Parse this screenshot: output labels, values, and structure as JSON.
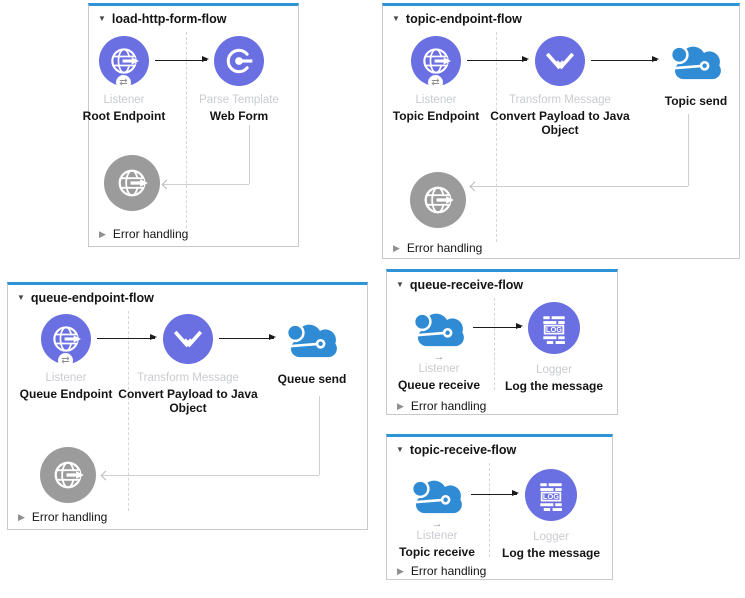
{
  "app": "Mule flow canvas",
  "colors": {
    "component_purple": "#6a6fe2",
    "cloud_blue": "#2e8bd4",
    "error_gray": "#9b9b9b",
    "flow_top_border_blue": "#2e94d8",
    "flow_border_gray": "#c9c9c9"
  },
  "icons": {
    "expand_triangle": "▼",
    "collapsed_triangle": "▶",
    "badge_swap": "⇄",
    "receive_arrow": "→",
    "logger_text": "LOG"
  },
  "flows": [
    {
      "title": "load-http-form-flow",
      "error_handling": "Error handling",
      "steps": [
        {
          "type_label": "Listener",
          "name": "Root Endpoint"
        },
        {
          "type_label": "Parse Template",
          "name": "Web Form"
        }
      ]
    },
    {
      "title": "topic-endpoint-flow",
      "error_handling": "Error handling",
      "steps": [
        {
          "type_label": "Listener",
          "name": "Topic Endpoint"
        },
        {
          "type_label": "Transform Message",
          "name": "Convert Payload to Java Object"
        },
        {
          "name": "Topic send"
        }
      ]
    },
    {
      "title": "queue-endpoint-flow",
      "error_handling": "Error handling",
      "steps": [
        {
          "type_label": "Listener",
          "name": "Queue Endpoint"
        },
        {
          "type_label": "Transform Message",
          "name": "Convert Payload to Java Object"
        },
        {
          "name": "Queue send"
        }
      ]
    },
    {
      "title": "queue-receive-flow",
      "error_handling": "Error handling",
      "steps": [
        {
          "arrow_hint": "→",
          "type_label": "Listener",
          "name": "Queue receive"
        },
        {
          "type_label": "Logger",
          "name": "Log the message"
        }
      ]
    },
    {
      "title": "topic-receive-flow",
      "error_handling": "Error handling",
      "steps": [
        {
          "arrow_hint": "→",
          "type_label": "Listener",
          "name": "Topic receive"
        },
        {
          "type_label": "Logger",
          "name": "Log the message"
        }
      ]
    }
  ]
}
